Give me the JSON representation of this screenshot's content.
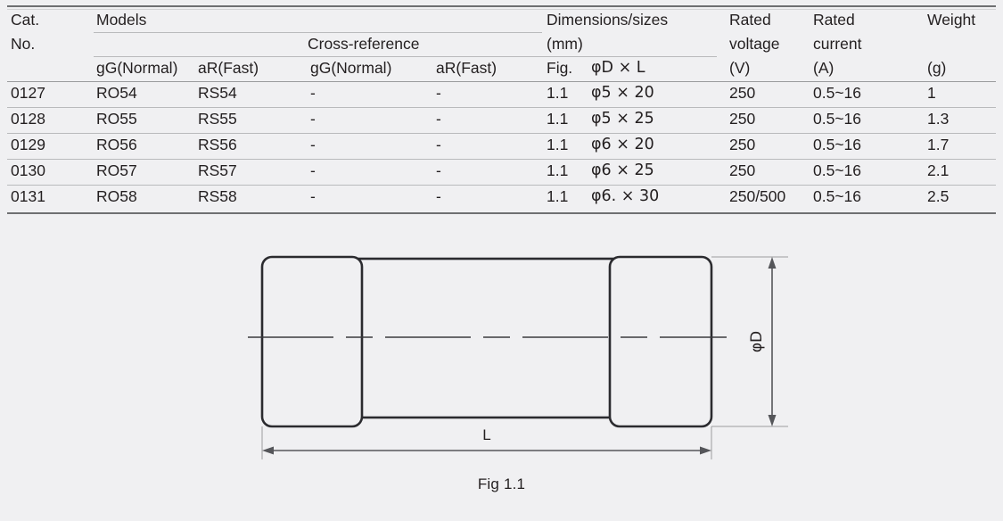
{
  "table": {
    "header": {
      "cat_no_line1": "Cat.",
      "cat_no_line2": "No.",
      "models": "Models",
      "cross_reference": "Cross-reference",
      "models_gg": "gG(Normal)",
      "models_ar": "aR(Fast)",
      "xref_gg": "gG(Normal)",
      "xref_ar": "aR(Fast)",
      "dimensions_line1": "Dimensions/sizes",
      "dimensions_line2": "(mm)",
      "fig": "Fig.",
      "phi_d_l": "φD × L",
      "rated_voltage_line1": "Rated",
      "rated_voltage_line2": "voltage",
      "rated_voltage_unit": "(V)",
      "rated_current_line1": "Rated",
      "rated_current_line2": "current",
      "rated_current_unit": "(A)",
      "weight": "Weight",
      "weight_unit": "(g)"
    },
    "rows": [
      {
        "cat_no": "0127",
        "model_gg": "RO54",
        "model_ar": "RS54",
        "xref_gg": "-",
        "xref_ar": "-",
        "fig": "1.1",
        "size": "φ5 × 20",
        "voltage": "250",
        "current": "0.5~16",
        "weight": "1"
      },
      {
        "cat_no": "0128",
        "model_gg": "RO55",
        "model_ar": "RS55",
        "xref_gg": "-",
        "xref_ar": "-",
        "fig": "1.1",
        "size": "φ5 × 25",
        "voltage": "250",
        "current": "0.5~16",
        "weight": "1.3"
      },
      {
        "cat_no": "0129",
        "model_gg": "RO56",
        "model_ar": "RS56",
        "xref_gg": "-",
        "xref_ar": "-",
        "fig": "1.1",
        "size": "φ6 × 20",
        "voltage": "250",
        "current": "0.5~16",
        "weight": "1.7"
      },
      {
        "cat_no": "0130",
        "model_gg": "RO57",
        "model_ar": "RS57",
        "xref_gg": "-",
        "xref_ar": "-",
        "fig": "1.1",
        "size": "φ6 × 25",
        "voltage": "250",
        "current": "0.5~16",
        "weight": "2.1"
      },
      {
        "cat_no": "0131",
        "model_gg": "RO58",
        "model_ar": "RS58",
        "xref_gg": "-",
        "xref_ar": "-",
        "fig": "1.1",
        "size": "φ6. × 30",
        "voltage": "250/500",
        "current": "0.5~16",
        "weight": "2.5"
      }
    ]
  },
  "figure": {
    "caption": "Fig 1.1",
    "dimension_length_label": "L",
    "dimension_diameter_label": "φD"
  },
  "colors": {
    "background": "#f0f0f2",
    "text": "#231f20",
    "rule_major": "#6f7072",
    "rule_minor": "#b9babc",
    "drawing_line": "#2b2b2f",
    "dimension_line": "#55565a"
  }
}
